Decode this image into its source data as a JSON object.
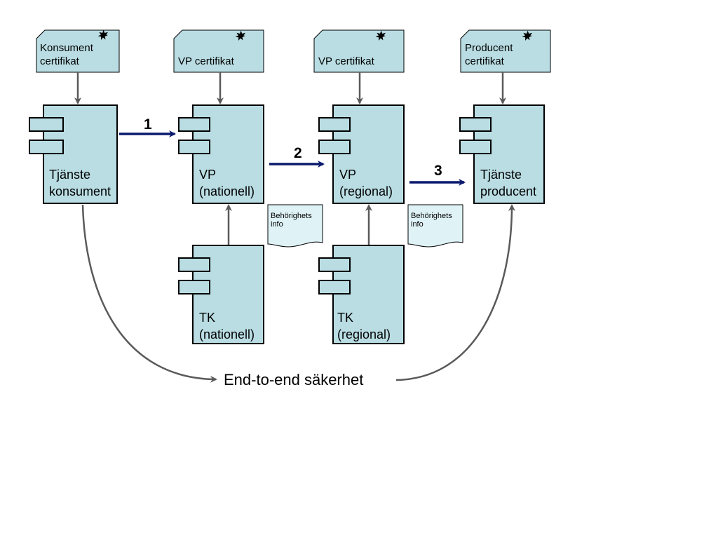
{
  "colors": {
    "box_fill": "#b9dde3",
    "box_stroke": "#000000",
    "connector": "#5a5a5a",
    "flow_arrow": "#0b1a6e",
    "info_fill": "#dff3f7",
    "badge": "#000000"
  },
  "certificates": [
    {
      "label": "Konsument\ncertifikat",
      "icon": "seal-star-icon"
    },
    {
      "label": "VP certifikat",
      "icon": "seal-star-icon"
    },
    {
      "label": "VP certifikat",
      "icon": "seal-star-icon"
    },
    {
      "label": "Producent\ncertifikat",
      "icon": "seal-star-icon"
    }
  ],
  "components": {
    "consumer": "Tjänste\nkonsument",
    "vp_national": "VP\n(nationell)",
    "vp_regional": "VP\n(regional)",
    "producer": "Tjänste\nproducent",
    "tk_national": "TK\n(nationell)",
    "tk_regional": "TK\n(regional)"
  },
  "flow_steps": [
    "1",
    "2",
    "3"
  ],
  "info_docs": [
    "Behörighets\ninfo",
    "Behörighets\ninfo"
  ],
  "end_to_end": "End-to-end säkerhet"
}
